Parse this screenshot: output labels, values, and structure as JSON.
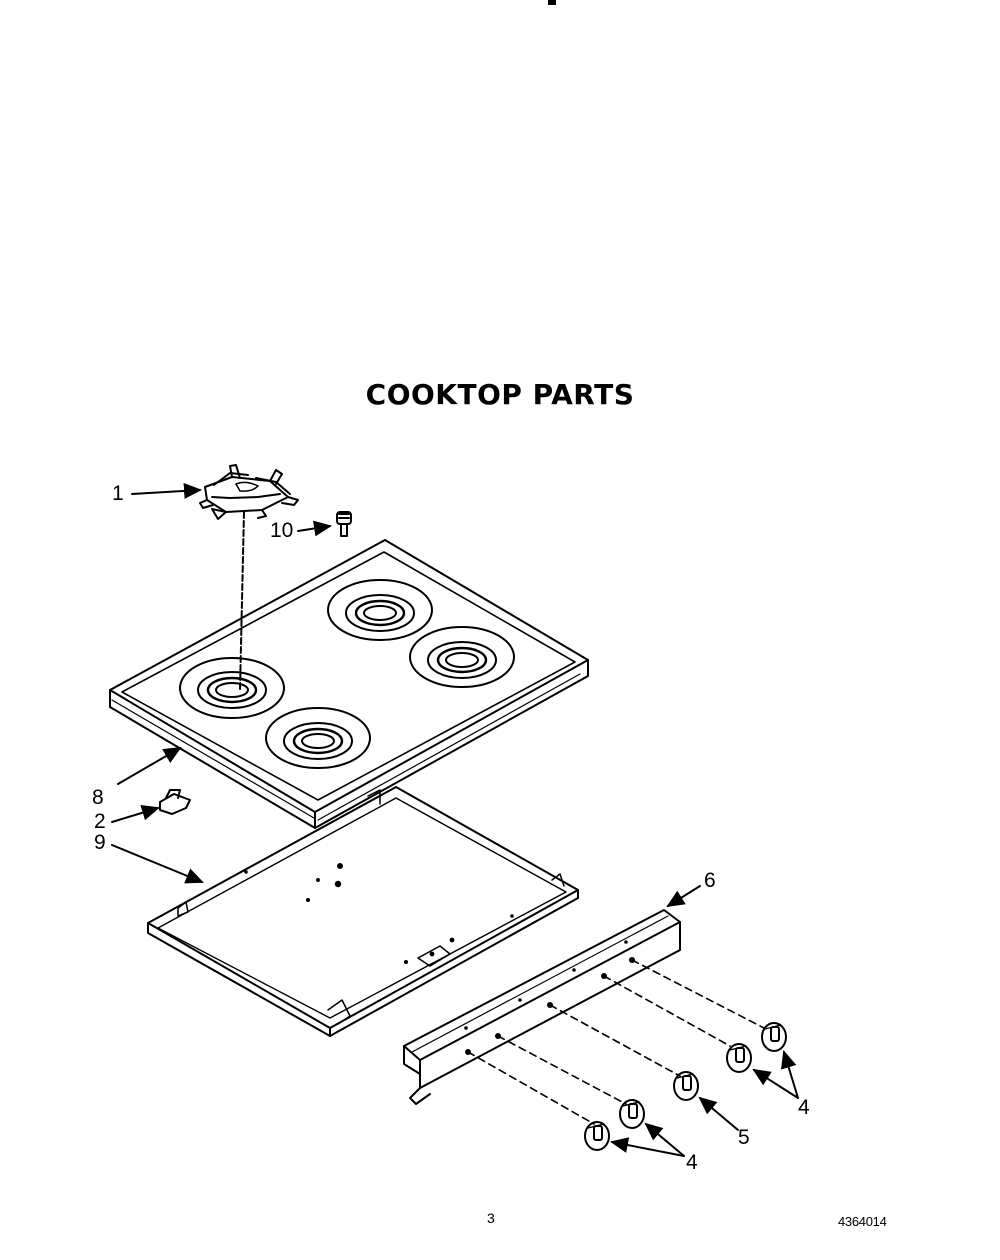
{
  "title": "COOKTOP PARTS",
  "callouts": {
    "c1": "1",
    "c10": "10",
    "c8": "8",
    "c2": "2",
    "c9": "9",
    "c6": "6",
    "c4a": "4",
    "c5": "5",
    "c4b": "4"
  },
  "footer": {
    "page_number": "3",
    "document_number": "4364014"
  },
  "colors": {
    "ink": "#000000",
    "paper": "#ffffff"
  }
}
